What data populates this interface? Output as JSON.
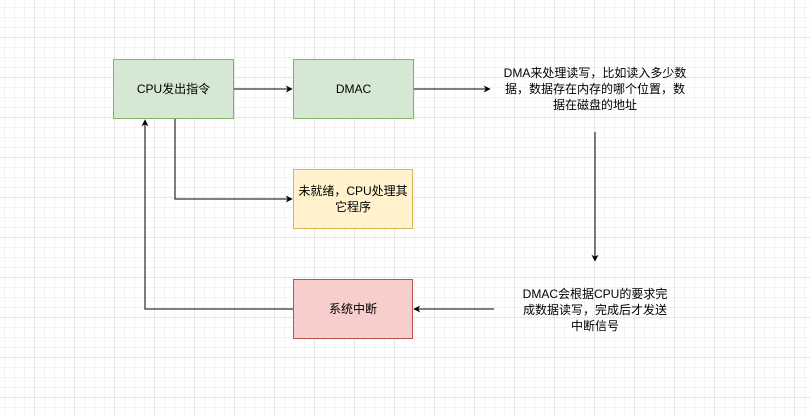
{
  "diagram": {
    "nodes": {
      "cpu_issue": {
        "label": "CPU发出指令",
        "fill": "#d5e8d4",
        "stroke": "#82b366"
      },
      "dmac": {
        "label": "DMAC",
        "fill": "#d5e8d4",
        "stroke": "#82b366"
      },
      "dma_info": {
        "label": "DMA来处理读写，比如读入多少数据，数据存在内存的哪个位置，数据在磁盘的地址"
      },
      "cpu_other": {
        "label": "未就绪，CPU处理其它程序",
        "fill": "#fff2cc",
        "stroke": "#d6b656"
      },
      "interrupt": {
        "label": "系统中断",
        "fill": "#f8cecc",
        "stroke": "#b85450"
      },
      "dmac_complete": {
        "label": "DMAC会根据CPU的要求完成数据读写，完成后才发送中断信号"
      }
    },
    "edges": [
      {
        "from": "CPU发出指令",
        "to": "DMAC"
      },
      {
        "from": "DMAC",
        "to": "DMA来处理读写，比如读入多少数据，数据存在内存的哪个位置，数据在磁盘的地址"
      },
      {
        "from": "CPU发出指令",
        "to": "未就绪，CPU处理其它程序"
      },
      {
        "from": "DMA来处理读写，比如读入多少数据，数据存在内存的哪个位置，数据在磁盘的地址",
        "to": "DMAC会根据CPU的要求完成数据读写，完成后才发送中断信号"
      },
      {
        "from": "DMAC会根据CPU的要求完成数据读写，完成后才发送中断信号",
        "to": "系统中断"
      },
      {
        "from": "系统中断",
        "to": "CPU发出指令"
      }
    ]
  }
}
